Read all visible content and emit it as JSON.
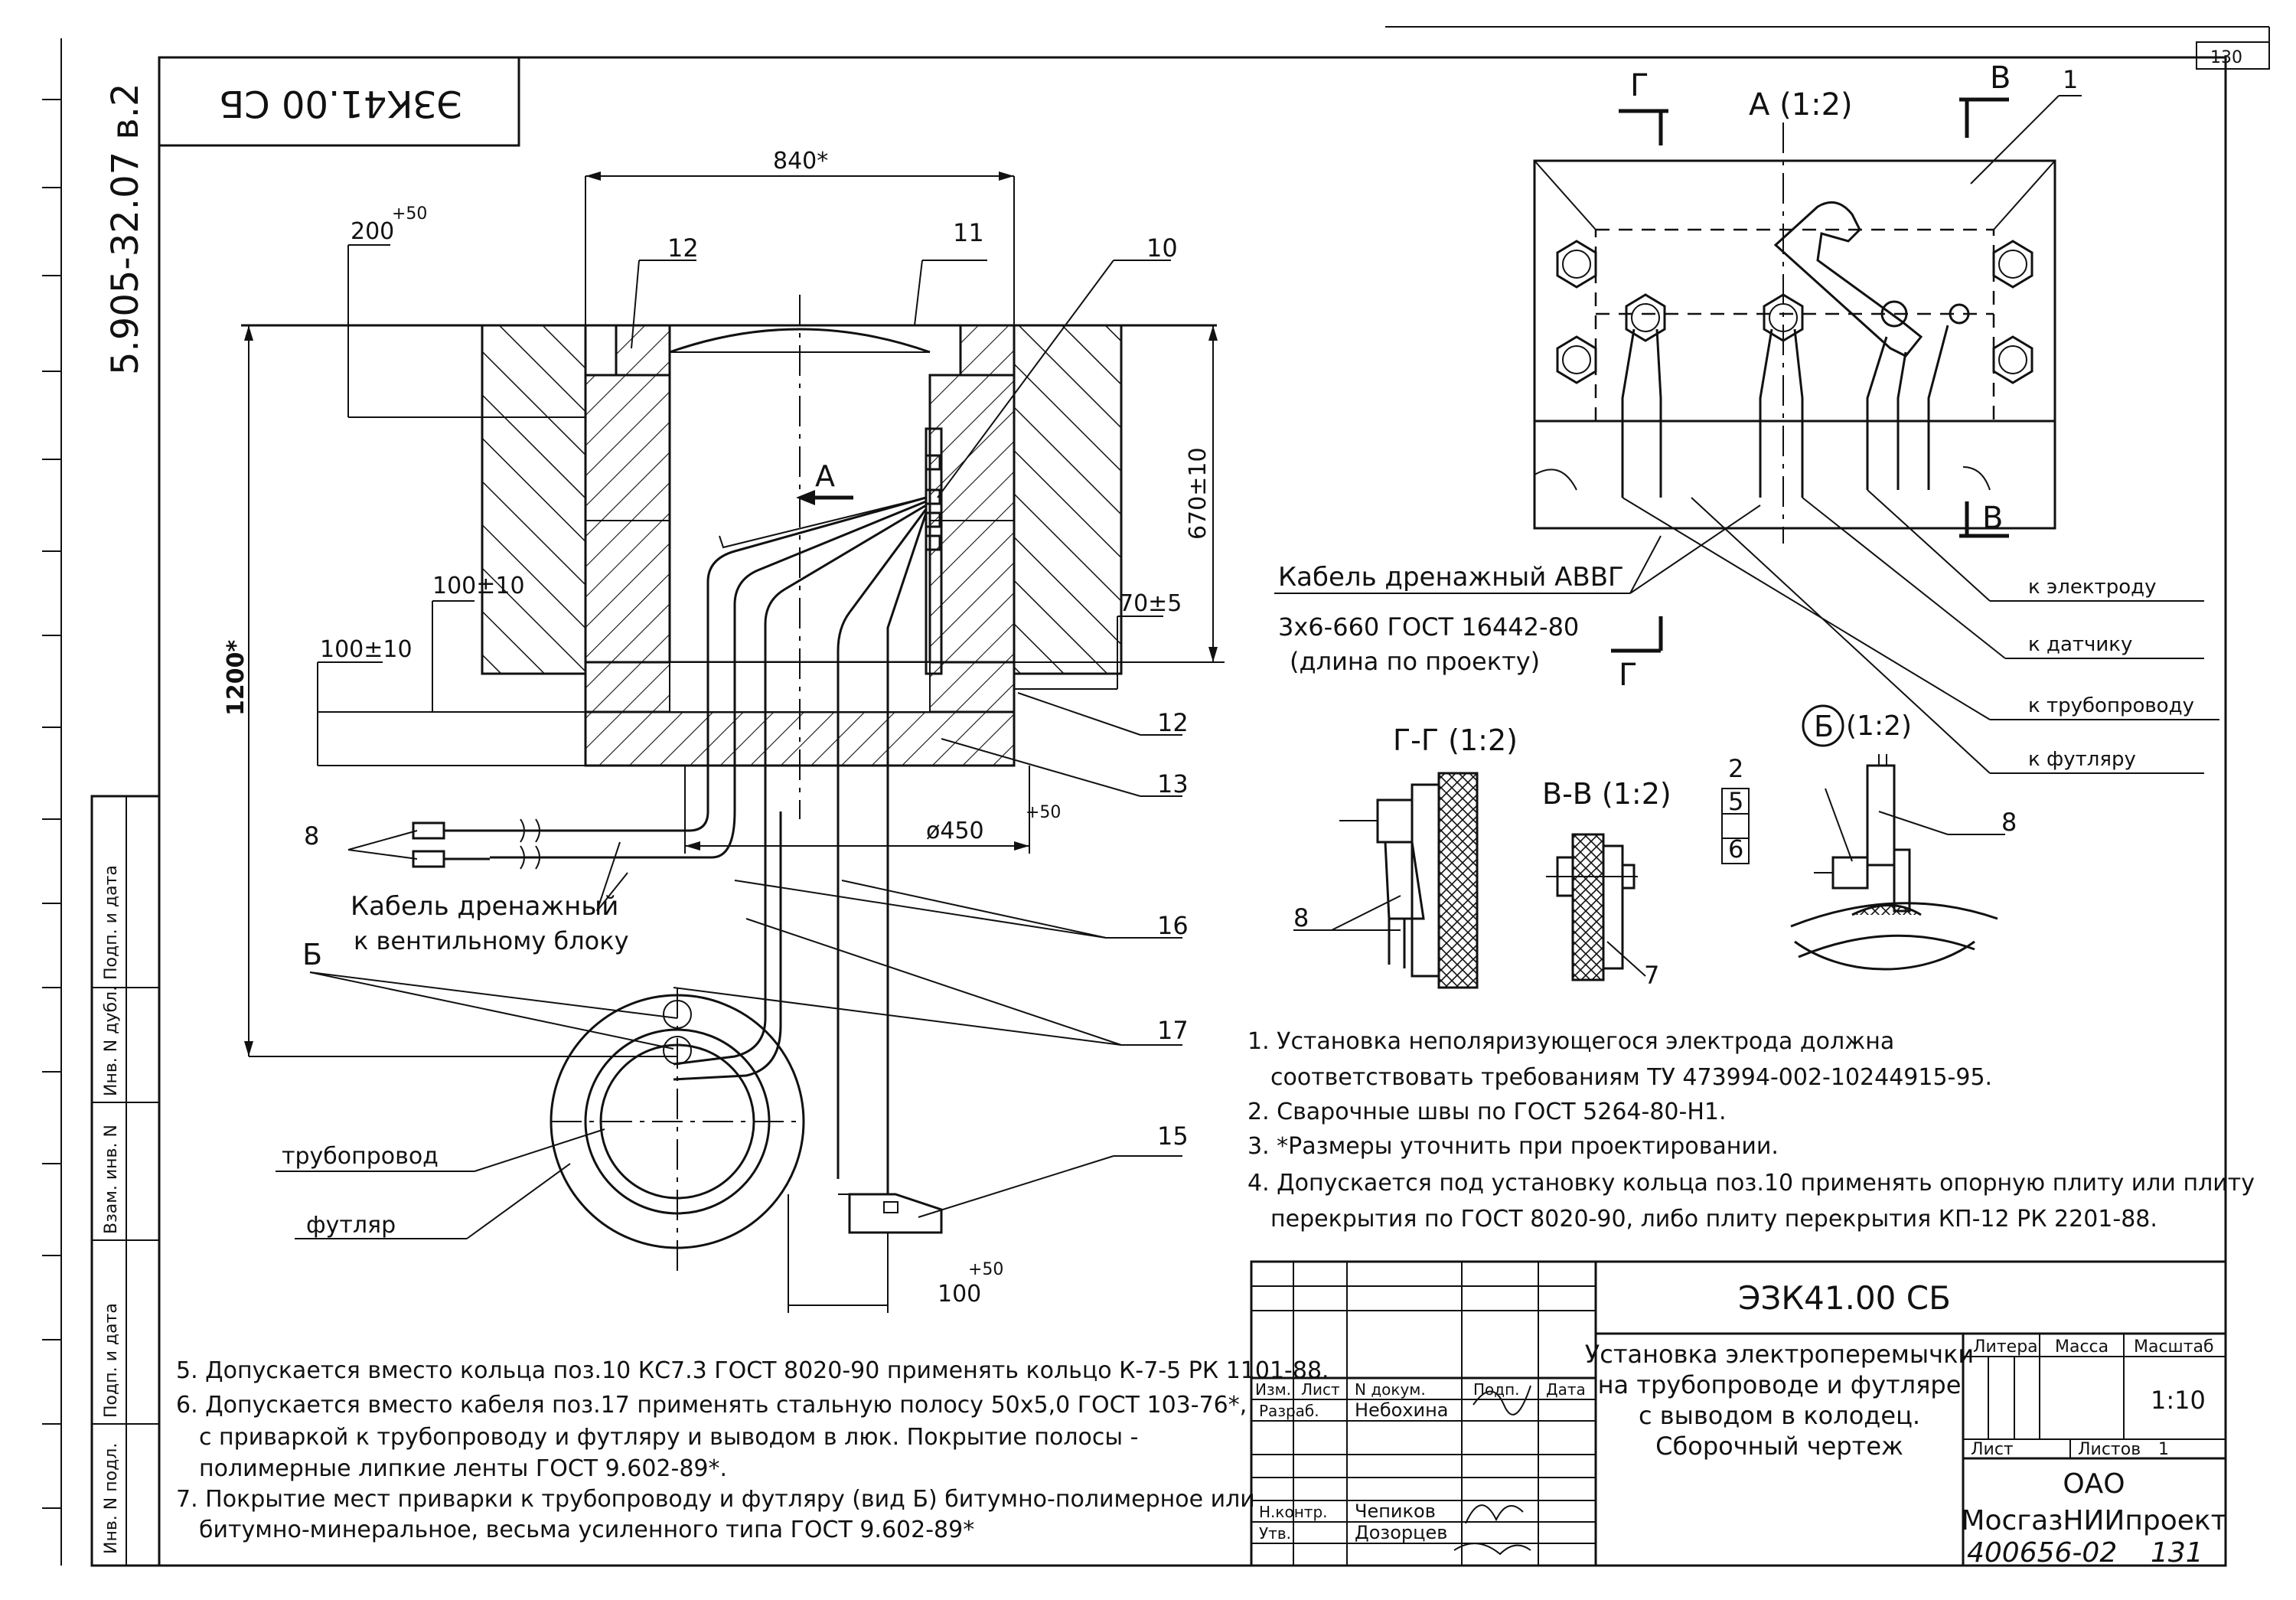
{
  "sheet": {
    "number_top": "130",
    "number_bottom": "131",
    "series": "5.905-32.07 в.2",
    "stamp_code_upside_down": "ЭЗК41.00 СБ",
    "inventory_code": "400656-02"
  },
  "side_stamp": {
    "cells": [
      "Подп. и дата",
      "Инв. N дубл.",
      "Взам. инв. N",
      "Подп. и дата",
      "Инв. N подл."
    ]
  },
  "main_view": {
    "dims": {
      "width_top": "840*",
      "offset_200": "200",
      "offset_200_tol": "+50",
      "height_670": "670±10",
      "height_1200": "1200*",
      "d100_a": "100±10",
      "d100_b": "100±10",
      "d70": "70±5",
      "dia450": "ø450",
      "dia450_tol": "+50",
      "d100_bottom": "100",
      "d100_bottom_tol": "+50"
    },
    "callouts": {
      "p12_top": "12",
      "p11": "11",
      "p10": "10",
      "p12_side": "12",
      "p13": "13",
      "p16": "16",
      "p17": "17",
      "p15": "15",
      "p8": "8"
    },
    "view_a": "А",
    "view_b": "Б",
    "cable_label_1": "Кабель дренажный",
    "cable_label_2": "к вентильному блоку",
    "pipe_label": "трубопровод",
    "casing_label": "футляр"
  },
  "view_a": {
    "title": "А (1:2)",
    "cut_g": "Г",
    "cut_v": "В",
    "callout_1": "1",
    "cable_1": "Кабель дренажный АВВГ",
    "cable_2": "3х6-660 ГОСТ 16442-80",
    "cable_3": "(длина по проекту)",
    "to_electrode": "к электроду",
    "to_sensor": "к датчику",
    "to_pipeline": "к трубопроводу",
    "to_casing": "к футляру"
  },
  "sections": {
    "gg_title": "Г-Г (1:2)",
    "vv_title": "В-В (1:2)",
    "b_letter": "Б",
    "b_scale": "(1:2)",
    "gg_callout": "8",
    "vv_callout": "7",
    "b_callout_2": "2",
    "b_callout_5": "5",
    "b_callout_6": "6",
    "b_callout_8": "8"
  },
  "notes_right": [
    "1. Установка неполяризующегося электрода должна",
    "соответствовать требованиям ТУ 473994-002-10244915-95.",
    "2. Сварочные швы по ГОСТ 5264-80-Н1.",
    "3. *Размеры уточнить при проектировании.",
    "4. Допускается под установку кольца поз.10 применять опорную плиту или плиту",
    "перекрытия  по ГОСТ 8020-90, либо плиту перекрытия КП-12 РК 2201-88."
  ],
  "notes_left": [
    "5. Допускается вместо кольца поз.10 КС7.3 ГОСТ 8020-90 применять кольцо К-7-5 РК 1101-88.",
    "6. Допускается вместо кабеля поз.17 применять стальную полосу 50х5,0 ГОСТ 103-76*,",
    "с приваркой к трубопроводу и футляру и выводом в люк. Покрытие полосы -",
    "полимерные липкие ленты ГОСТ 9.602-89*.",
    "7. Покрытие мест приварки к трубопроводу и футляру (вид Б) битумно-полимерное или",
    "битумно-минеральное, весьма усиленного типа ГОСТ 9.602-89*"
  ],
  "title_block": {
    "code": "ЭЗК41.00 СБ",
    "title_lines": [
      "Установка электроперемычки",
      "на трубопроводе и футляре",
      "с выводом в колодец.",
      "Сборочный чертеж"
    ],
    "col_izm": "Изм.",
    "col_list": "Лист",
    "col_ndok": "N докум.",
    "col_podp": "Подп.",
    "col_data": "Дата",
    "razrab_role": "Разраб.",
    "razrab_name": "Небохина",
    "nkontr_role": "Н.контр.",
    "nkontr_name": "Чепиков",
    "utv_role": "Утв.",
    "utv_name": "Дозорцев",
    "litera": "Литера",
    "massa": "Масса",
    "masshtab": "Масштаб",
    "scale": "1:10",
    "sheet": "Лист",
    "sheets": "Листов",
    "sheets_count": "1",
    "org_1": "ОАО",
    "org_2": "МосгазНИИпроект"
  }
}
